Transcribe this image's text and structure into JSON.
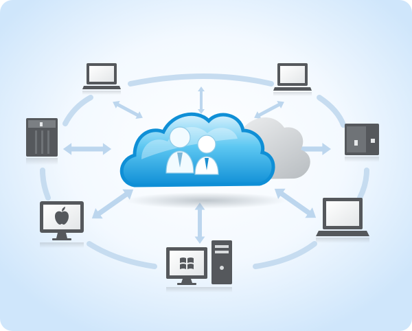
{
  "diagram": {
    "kind": "cloud network",
    "center_node": {
      "name": "cloud-users",
      "icon": "users-icon",
      "fill_color": "#5ec8f2",
      "edge_color": "#0f8fd6"
    },
    "nodes": [
      {
        "name": "laptop-top-left",
        "icon": "laptop-icon"
      },
      {
        "name": "laptop-top-right",
        "icon": "laptop-icon"
      },
      {
        "name": "nas-left",
        "icon": "nas-server-icon"
      },
      {
        "name": "nas-right",
        "icon": "nas-server-icon"
      },
      {
        "name": "imac-left",
        "icon": "imac-icon",
        "logo": "apple-logo-icon"
      },
      {
        "name": "laptop-bottom-right",
        "icon": "laptop-icon"
      },
      {
        "name": "windows-pc-bottom",
        "icon": "desktop-tower-icon",
        "logo": "windows-logo-icon"
      }
    ],
    "connector": {
      "type": "bidirectional-arrow",
      "color": "#bcd6ee"
    },
    "ring_color": "#c6dcf0",
    "device_color": "#55585c",
    "background_glow": "#cfe6fb"
  }
}
